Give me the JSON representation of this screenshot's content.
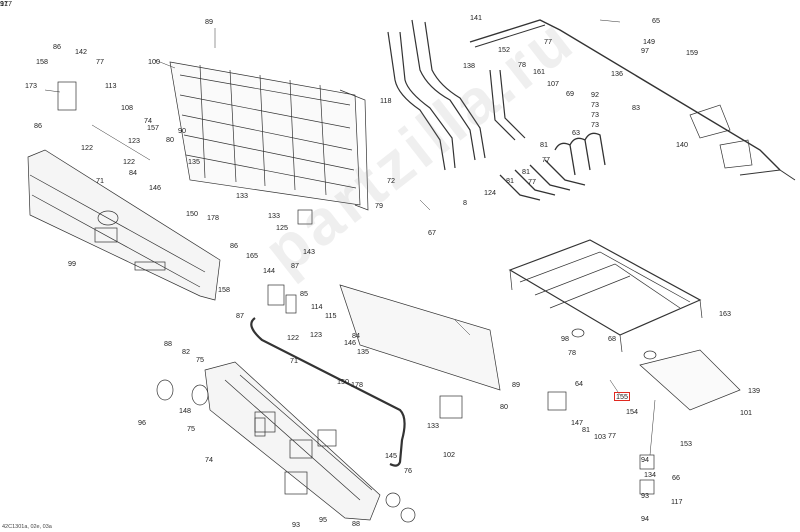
{
  "diagram": {
    "reference_code": "42C1301a, 02e, 03a",
    "watermark": "partzilla.ru",
    "highlighted_callout": "155",
    "callouts": [
      "89",
      "141",
      "65",
      "149",
      "97",
      "100",
      "86",
      "142",
      "158",
      "77",
      "113",
      "173",
      "86",
      "108",
      "152",
      "78",
      "77",
      "161",
      "107",
      "69",
      "136",
      "159",
      "138",
      "118",
      "92",
      "73",
      "73",
      "83",
      "73",
      "63",
      "140",
      "74",
      "157",
      "90",
      "80",
      "122",
      "122",
      "123",
      "84",
      "146",
      "71",
      "135",
      "150",
      "178",
      "133",
      "133",
      "125",
      "143",
      "72",
      "124",
      "81",
      "77",
      "81",
      "81",
      "77",
      "79",
      "67",
      "8",
      "99",
      "86",
      "165",
      "158",
      "87",
      "144",
      "85",
      "87",
      "114",
      "115",
      "122",
      "123",
      "84",
      "146",
      "135",
      "71",
      "150",
      "178",
      "133",
      "89",
      "163",
      "98",
      "68",
      "88",
      "82",
      "75",
      "148",
      "96",
      "75",
      "74",
      "78",
      "64",
      "155",
      "154",
      "147",
      "81",
      "103",
      "77",
      "80",
      "102",
      "145",
      "76",
      "153",
      "94",
      "134",
      "66",
      "93",
      "117",
      "94",
      "93",
      "95",
      "88",
      "139",
      "101",
      "177",
      "91"
    ]
  }
}
